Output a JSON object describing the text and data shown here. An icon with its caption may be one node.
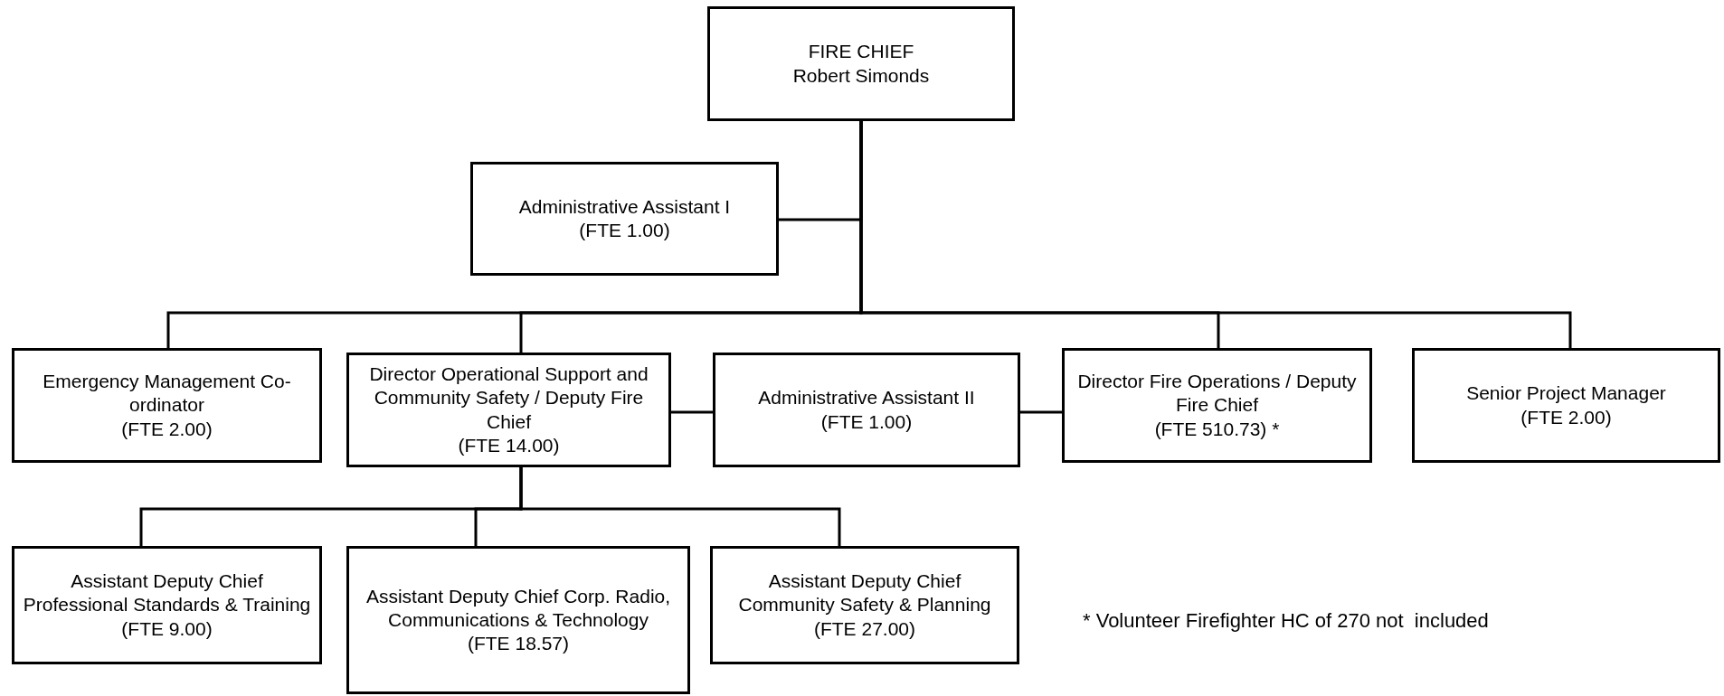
{
  "diagram": {
    "nodes": [
      {
        "text": [
          "FIRE CHIEF",
          "Robert Simonds"
        ]
      },
      {
        "text": [
          "Administrative Assistant I",
          "(FTE 1.00)"
        ]
      },
      {
        "text": [
          "Emergency Management Co-ordinator",
          "(FTE 2.00)"
        ]
      },
      {
        "text": [
          "Director Operational Support and Community Safety / Deputy Fire Chief",
          "(FTE 14.00)"
        ]
      },
      {
        "text": [
          "Administrative Assistant II",
          "(FTE 1.00)"
        ]
      },
      {
        "text": [
          "Director Fire Operations / Deputy Fire Chief",
          "(FTE 510.73) *"
        ]
      },
      {
        "text": [
          "Senior Project Manager",
          "(FTE 2.00)"
        ]
      },
      {
        "text": [
          "Assistant Deputy Chief Professional Standards & Training",
          "(FTE 9.00)"
        ]
      },
      {
        "text": [
          "Assistant Deputy Chief Corp. Radio, Communications & Technology",
          "(FTE 18.57)"
        ]
      },
      {
        "text": [
          "Assistant Deputy Chief Community Safety & Planning",
          "(FTE 27.00)"
        ]
      }
    ],
    "edges": [
      {
        "from": 0,
        "to": 1,
        "arrow": "none"
      },
      {
        "from": 0,
        "to": 2,
        "arrow": "none"
      },
      {
        "from": 0,
        "to": 3,
        "arrow": "none"
      },
      {
        "from": 0,
        "to": 5,
        "arrow": "none"
      },
      {
        "from": 0,
        "to": 6,
        "arrow": "none"
      },
      {
        "from": 3,
        "to": 4,
        "arrow": "none"
      },
      {
        "from": 4,
        "to": 5,
        "arrow": "none"
      },
      {
        "from": 3,
        "to": 7,
        "arrow": "none"
      },
      {
        "from": 3,
        "to": 8,
        "arrow": "none"
      },
      {
        "from": 3,
        "to": 9,
        "arrow": "none"
      }
    ],
    "labels": [
      "* Volunteer Firefighter HC of 270 not  included"
    ]
  }
}
